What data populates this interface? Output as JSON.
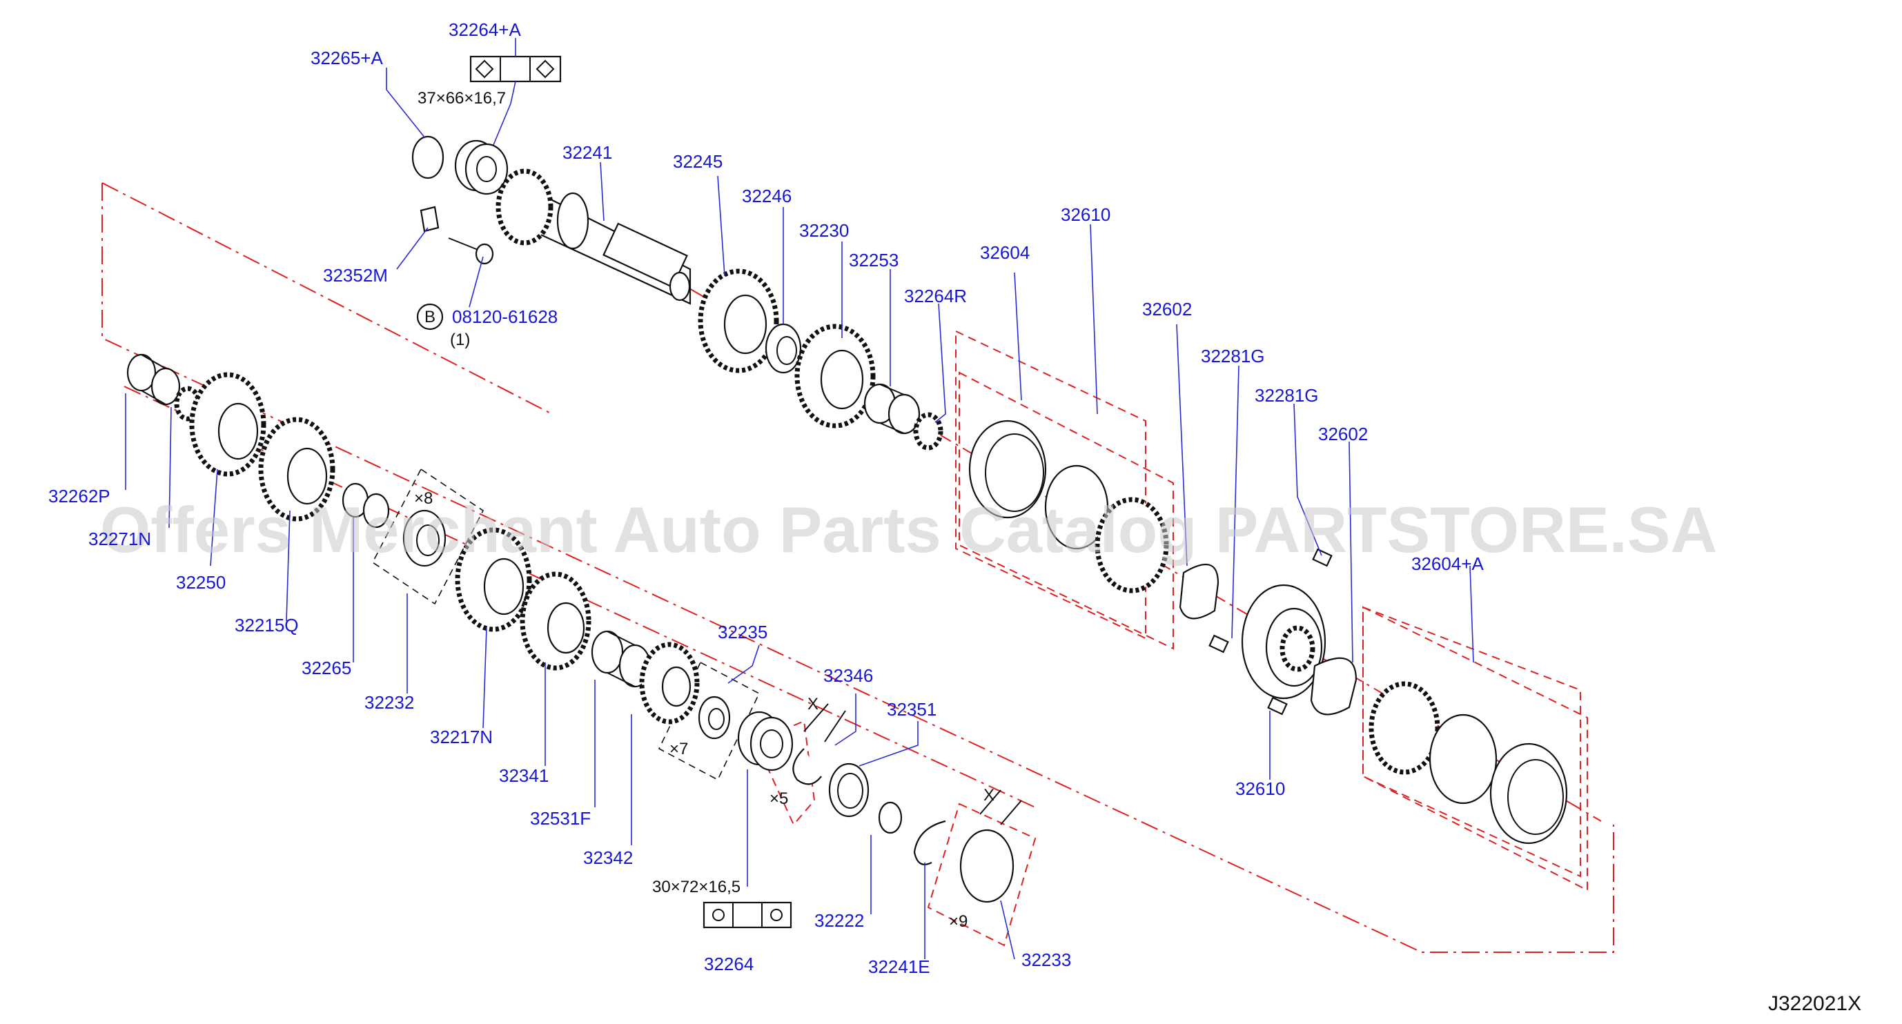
{
  "diagram": {
    "reference_code": "J322021X",
    "watermark": "Offers Merchant Auto Parts Catalog PARTSTORE.SA",
    "dimensions": {
      "bearing_top": "37×66×16,7",
      "bearing_bottom": "30×72×16,5"
    },
    "multipliers": {
      "washers_a": "×8",
      "washers_b": "×7",
      "snap_rings_a": "×5",
      "shims": "×9"
    },
    "clearance_markers": [
      "X",
      "X"
    ],
    "bolt_marker": "B",
    "bolt_qty": "(1)",
    "labels": {
      "p32264A": "32264+A",
      "p32265A": "32265+A",
      "p32241": "32241",
      "p32245": "32245",
      "p32246": "32246",
      "p32230": "32230",
      "p32253": "32253",
      "p32264R": "32264R",
      "p32352M": "32352M",
      "p08120": "08120-61628",
      "p32604": "32604",
      "p32610top": "32610",
      "p32602a": "32602",
      "p32281Ga": "32281G",
      "p32281Gb": "32281G",
      "p32602b": "32602",
      "p32604A": "32604+A",
      "p32262P": "32262P",
      "p32271N": "32271N",
      "p32250": "32250",
      "p32215Q": "32215Q",
      "p32265": "32265",
      "p32232": "32232",
      "p32217N": "32217N",
      "p32341": "32341",
      "p32531F": "32531F",
      "p32342": "32342",
      "p32235": "32235",
      "p32346": "32346",
      "p32351": "32351",
      "p32222": "32222",
      "p32241E": "32241E",
      "p32233": "32233",
      "p32264": "32264",
      "p32610bot": "32610"
    }
  }
}
